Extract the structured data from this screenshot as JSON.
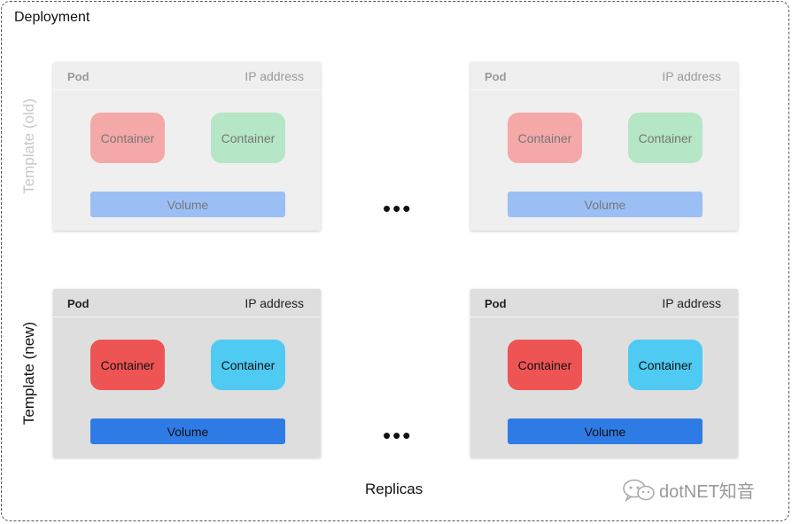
{
  "deployment": {
    "title": "Deployment"
  },
  "side_labels": {
    "old": "Template  (old)",
    "new": "Template  (new)"
  },
  "pod": {
    "name": "Pod",
    "ip": "IP address",
    "container_label": "Container",
    "volume_label": "Volume"
  },
  "ellipsis": "•••",
  "replicas_label": "Replicas",
  "watermark": {
    "text": "dotNET知音",
    "icon": "wechat-icon"
  },
  "colors": {
    "old_container_red": "#f5a8a8",
    "old_container_green": "#b5e6c6",
    "old_volume": "#9bbff5",
    "new_container_red": "#ee5454",
    "new_container_blue": "#4fcaf2",
    "new_volume": "#2f7be6"
  }
}
